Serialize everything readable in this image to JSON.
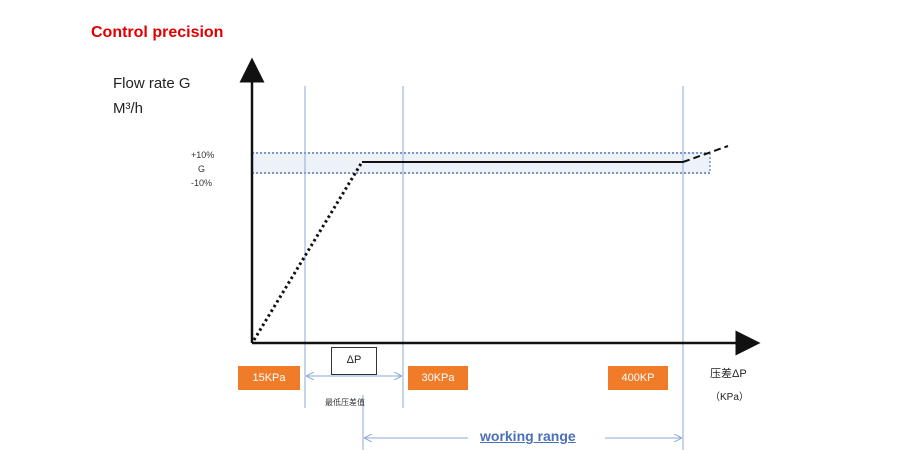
{
  "title": "Control precision",
  "y_axis": {
    "label_line1": "Flow rate G",
    "label_line2": "M³/h"
  },
  "tolerance": {
    "plus": "+10%",
    "center": "G",
    "minus": "-10%"
  },
  "x_axis": {
    "label_line1": "压差ΔP",
    "label_line2": "（KPa）"
  },
  "pressure_points": [
    {
      "label": "15KPa"
    },
    {
      "label": "30KPa"
    },
    {
      "label": "400KP"
    }
  ],
  "delta_p_label": "ΔP",
  "minimum_label": "最低压差值",
  "working_range_label": "working range",
  "colors": {
    "title": "#e00000",
    "orange_box": "#f07c2a",
    "guide_line": "#8aa8d8",
    "working_range": "#4a6fb8",
    "band_fill": "#dde7f3"
  }
}
